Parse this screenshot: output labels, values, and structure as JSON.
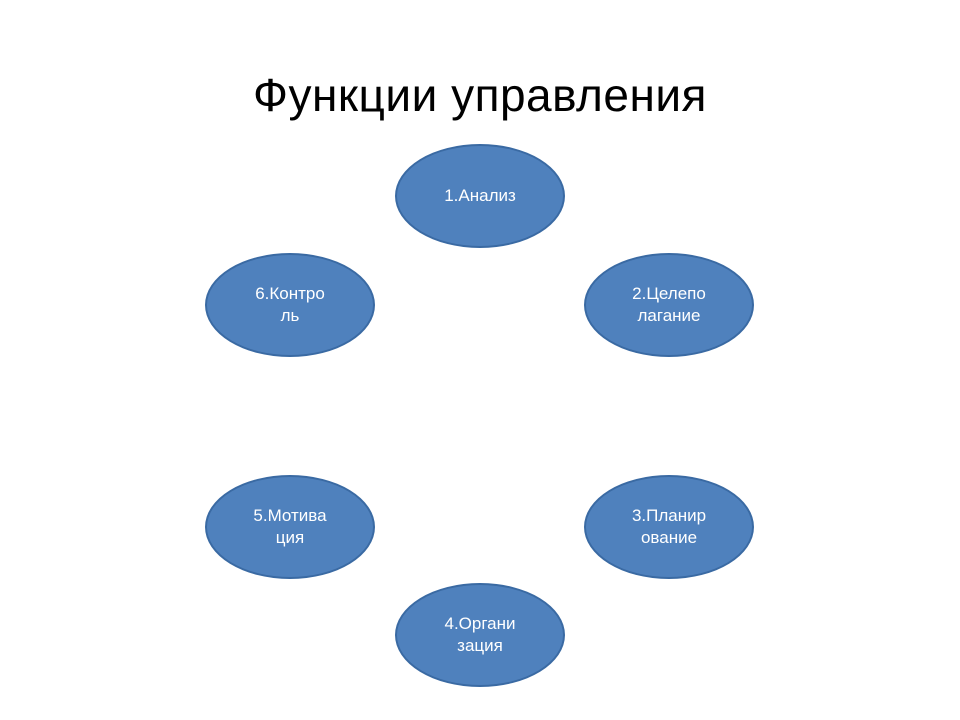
{
  "slide": {
    "title": "Функции управления"
  },
  "colors": {
    "node_fill": "#4f81bd",
    "node_border": "#3a6aa3",
    "node_text": "#ffffff"
  },
  "nodes": [
    {
      "line1": "1.Анализ",
      "line2": ""
    },
    {
      "line1": "2.Целепо",
      "line2": "лагание"
    },
    {
      "line1": "3.Планир",
      "line2": "ование"
    },
    {
      "line1": "4.Органи",
      "line2": "зация"
    },
    {
      "line1": "5.Мотива",
      "line2": "ция"
    },
    {
      "line1": "6.Контро",
      "line2": "ль"
    }
  ]
}
